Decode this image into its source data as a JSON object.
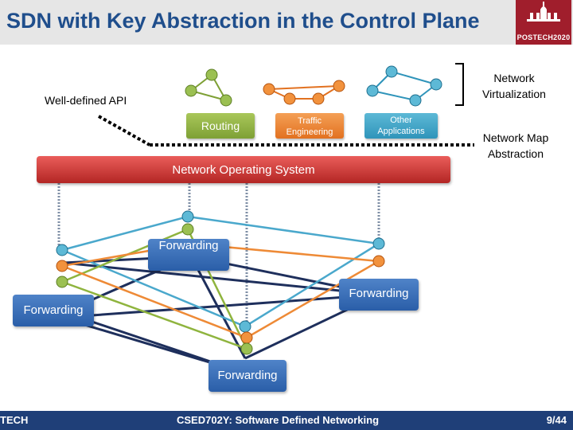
{
  "slide": {
    "title": "SDN with Key Abstraction in the Control Plane",
    "logo_text": "POSTECH2020"
  },
  "labels": {
    "network_virtualization": "Network\nVirtualization",
    "well_defined_api": "Well-defined API",
    "network_map_abstraction": "Network Map\nAbstraction"
  },
  "apps": {
    "routing": "Routing",
    "traffic_engineering": "Traffic\nEngineering",
    "other_applications": "Other\nApplications"
  },
  "nos": {
    "label": "Network Operating System"
  },
  "forwarding": {
    "top": "Forwarding",
    "right": "Forwarding",
    "left": "Forwarding",
    "bottom": "Forwarding"
  },
  "colors": {
    "green": "#8fb43e",
    "orange": "#ee8a36",
    "blue": "#4aa8cc",
    "dark_link": "#1e2f5c",
    "nos_red": "#c93532",
    "forwarding_blue": "#3a6eb7"
  },
  "footer": {
    "left": "TECH",
    "course": "CSED702Y: Software Defined Networking",
    "page": "9/44"
  }
}
